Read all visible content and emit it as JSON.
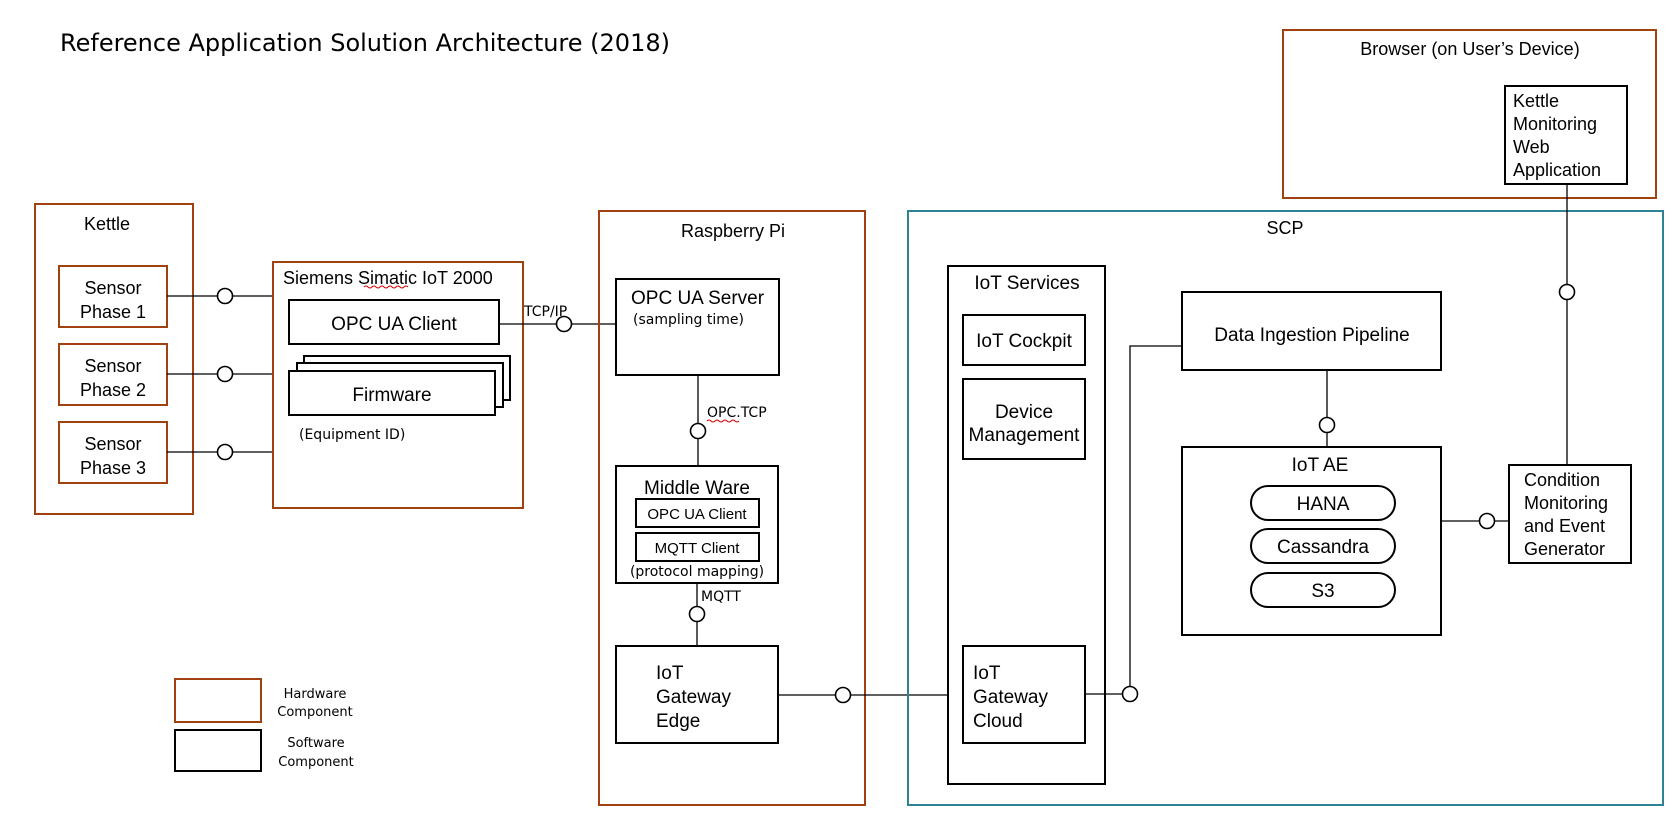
{
  "title": "Reference Application Solution Architecture (2018)",
  "colors": {
    "hardware_border": "#a0420f",
    "software_border": "#000000",
    "scp_border": "#2e8294"
  },
  "browser": {
    "label": "Browser (on User’s Device)",
    "web_app_lines": [
      "Kettle",
      "Monitoring",
      "Web",
      "Application"
    ]
  },
  "kettle": {
    "label": "Kettle",
    "sensors": [
      {
        "line1": "Sensor",
        "line2": "Phase 1"
      },
      {
        "line1": "Sensor",
        "line2": "Phase 2"
      },
      {
        "line1": "Sensor",
        "line2": "Phase 3"
      }
    ]
  },
  "siemens": {
    "label": "Siemens Simatic IoT 2000",
    "opc_client": "OPC UA Client",
    "firmware": "Firmware",
    "equipment_id": "(Equipment ID)"
  },
  "links": {
    "tcp_ip": "TCP/IP",
    "opc_tcp": "OPC.TCP",
    "mqtt": "MQTT"
  },
  "raspberry": {
    "label": "Raspberry Pi",
    "opc_server": "OPC UA Server",
    "sampling": "(sampling time)",
    "middleware": "Middle Ware",
    "mw_opc_client": "OPC UA Client",
    "mw_mqtt_client": "MQTT Client",
    "protocol_mapping": "(protocol mapping)",
    "gateway_edge_lines": [
      "IoT",
      "Gateway",
      "Edge"
    ]
  },
  "scp": {
    "label": "SCP",
    "iot_services": "IoT Services",
    "cockpit": "IoT Cockpit",
    "device_mgmt_lines": [
      "Device",
      "Management"
    ],
    "gateway_cloud_lines": [
      "IoT",
      "Gateway",
      "Cloud"
    ],
    "ingestion": "Data Ingestion Pipeline",
    "iot_ae": "IoT AE",
    "stores": [
      "HANA",
      "Cassandra",
      "S3"
    ],
    "condition_lines": [
      "Condition",
      "Monitoring",
      "and Event",
      "Generator"
    ]
  },
  "legend": {
    "hardware_lines": [
      "Hardware",
      "Component"
    ],
    "software_lines": [
      "Software",
      "Component"
    ]
  }
}
